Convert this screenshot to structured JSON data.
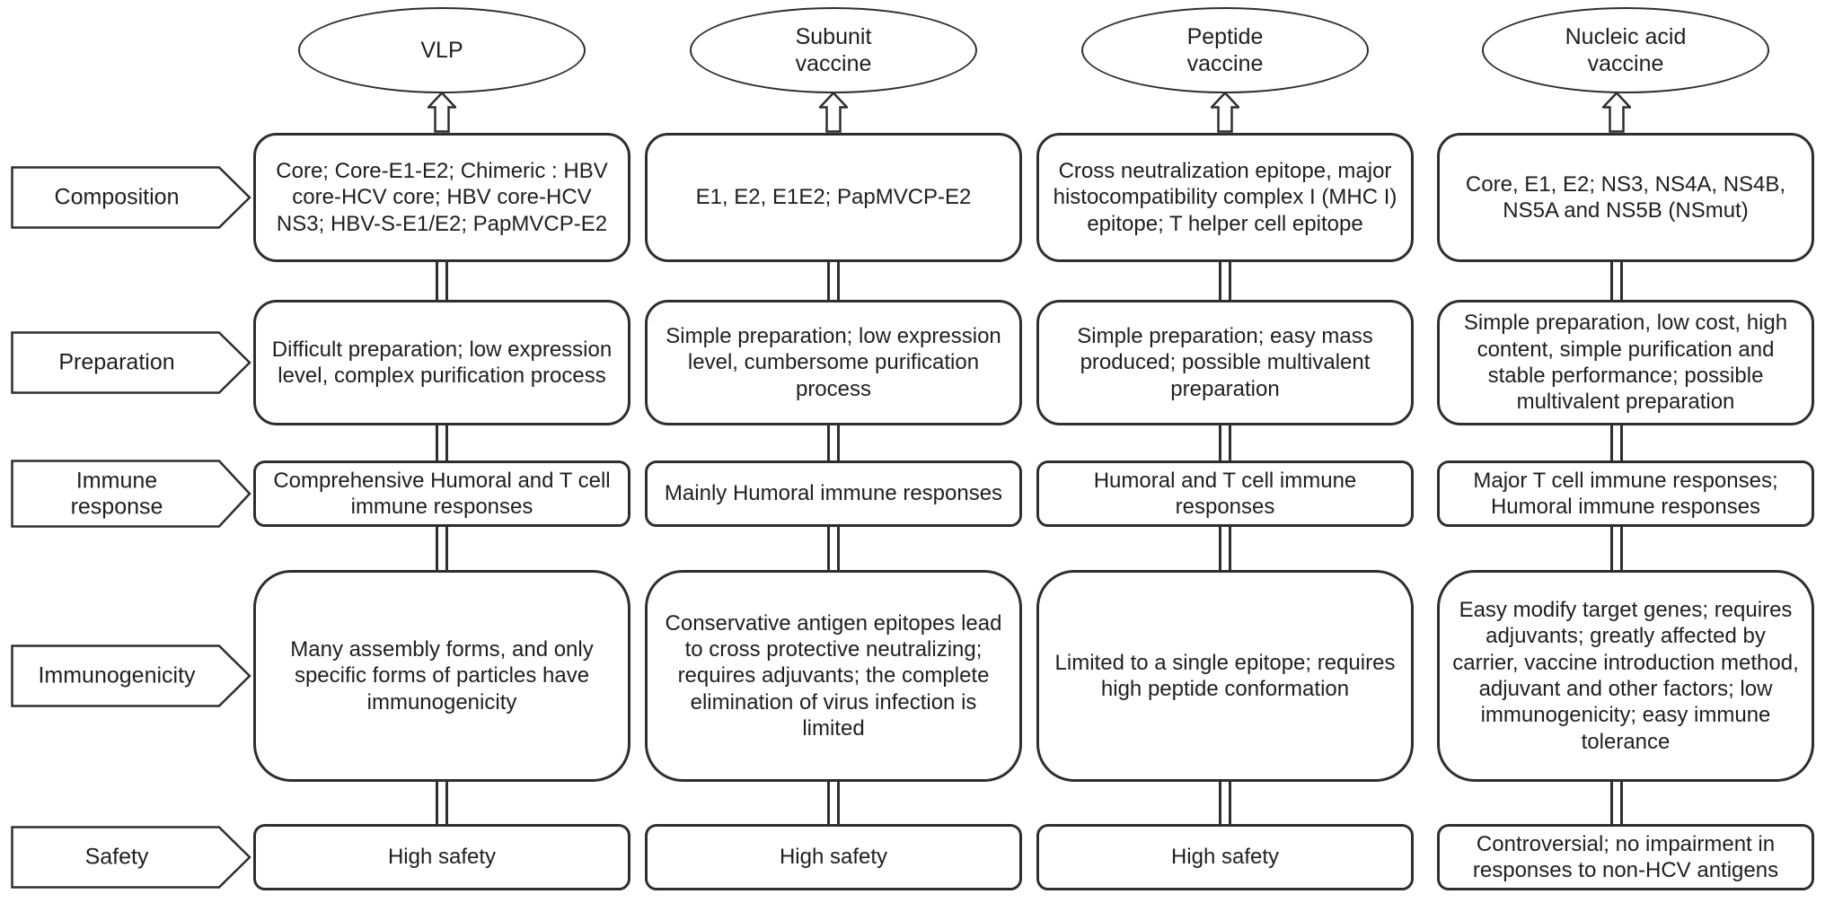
{
  "colors": {
    "stroke": "#2e2e2e",
    "text": "#1f1f1f",
    "background": "#ffffff"
  },
  "rows": [
    {
      "key": "composition",
      "label": "Composition"
    },
    {
      "key": "preparation",
      "label": "Preparation"
    },
    {
      "key": "immune_response",
      "label": "Immune\nresponse"
    },
    {
      "key": "immunogenicity",
      "label": "Immunogenicity"
    },
    {
      "key": "safety",
      "label": "Safety"
    }
  ],
  "columns": [
    {
      "title": "VLP",
      "cells": {
        "composition": "Core; Core-E1-E2; Chimeric : HBV core-HCV core; HBV core-HCV NS3; HBV-S-E1/E2; PapMVCP-E2",
        "preparation": "Difficult preparation; low expression level, complex purification process",
        "immune_response": "Comprehensive Humoral and T cell immune responses",
        "immunogenicity": "Many assembly forms, and only specific forms of particles have immunogenicity",
        "safety": "High safety"
      }
    },
    {
      "title": "Subunit\nvaccine",
      "cells": {
        "composition": "E1, E2, E1E2; PapMVCP-E2",
        "preparation": "Simple preparation; low expression level, cumbersome purification process",
        "immune_response": "Mainly Humoral immune responses",
        "immunogenicity": "Conservative antigen epitopes lead to cross protective neutralizing; requires adjuvants; the complete elimination of virus infection is limited",
        "safety": "High safety"
      }
    },
    {
      "title": "Peptide\nvaccine",
      "cells": {
        "composition": "Cross neutralization epitope, major histocompatibility complex I (MHC I) epitope; T helper cell epitope",
        "preparation": "Simple preparation; easy mass produced; possible multivalent preparation",
        "immune_response": "Humoral and T cell immune responses",
        "immunogenicity": "Limited to a single epitope; requires high peptide conformation",
        "safety": "High safety"
      }
    },
    {
      "title": "Nucleic acid\nvaccine",
      "cells": {
        "composition": "Core, E1, E2; NS3, NS4A, NS4B, NS5A and NS5B (NSmut)",
        "preparation": "Simple preparation, low cost, high content, simple purification and stable performance; possible multivalent preparation",
        "immune_response": "Major T cell immune responses; Humoral immune responses",
        "immunogenicity": "Easy modify target genes; requires adjuvants; greatly affected by carrier, vaccine introduction method, adjuvant and other factors; low immunogenicity; easy immune tolerance",
        "safety": "Controversial; no impairment in responses to non-HCV antigens"
      }
    }
  ]
}
